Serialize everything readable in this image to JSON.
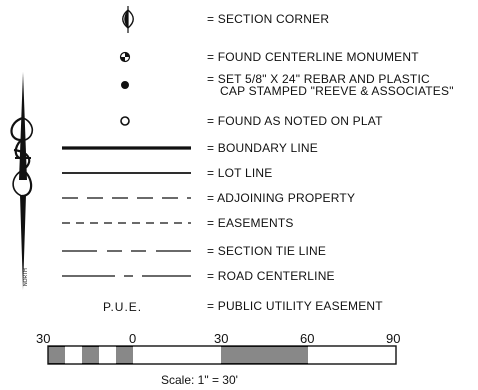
{
  "legend": {
    "items": [
      {
        "symbol": "section-corner",
        "label": "= SECTION CORNER"
      },
      {
        "symbol": "found-centerline-monument",
        "label": "= FOUND CENTERLINE MONUMENT"
      },
      {
        "symbol": "set-rebar",
        "label_line1": "= SET 5/8\" X 24\" REBAR AND PLASTIC",
        "label_line2": "CAP STAMPED \"REEVE & ASSOCIATES\""
      },
      {
        "symbol": "found-as-noted",
        "label": "= FOUND AS NOTED ON PLAT"
      },
      {
        "symbol": "boundary-line",
        "label": "= BOUNDARY LINE"
      },
      {
        "symbol": "lot-line",
        "label": "= LOT LINE"
      },
      {
        "symbol": "adjoining-property",
        "label": "= ADJOINING PROPERTY"
      },
      {
        "symbol": "easements",
        "label": "= EASEMENTS"
      },
      {
        "symbol": "section-tie-line",
        "label": "= SECTION TIE LINE"
      },
      {
        "symbol": "road-centerline",
        "label": "= ROAD CENTERLINE"
      },
      {
        "symbol": "abbreviation",
        "abbr": "P.U.E.",
        "label": "= PUBLIC UTILITY EASEMENT"
      }
    ]
  },
  "scale_bar": {
    "ticks": [
      "30",
      "0",
      "30",
      "60",
      "90"
    ],
    "caption": "Scale:  1\" = 30'"
  },
  "north_arrow": {
    "label": "NORTH"
  }
}
